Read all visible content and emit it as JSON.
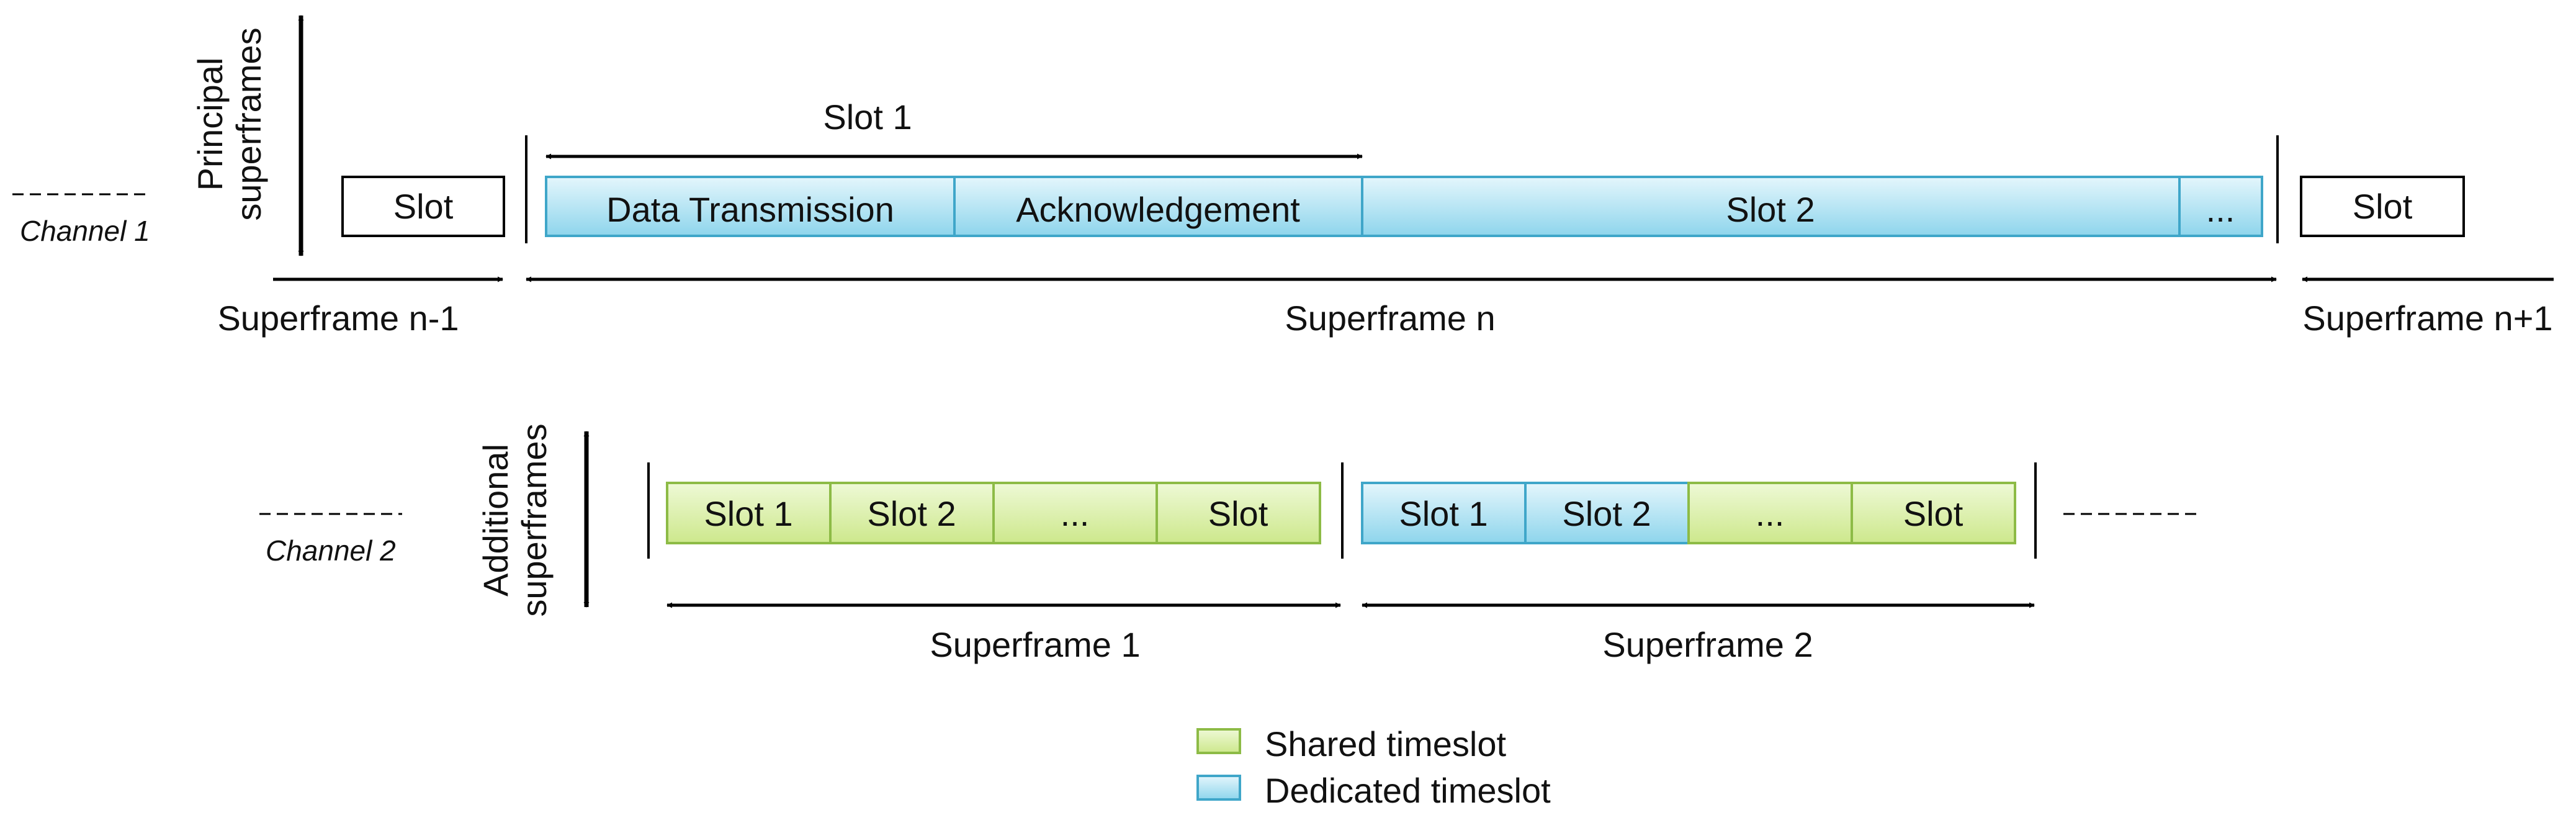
{
  "colors": {
    "shared_fill_top": "#eef9d6",
    "shared_fill_bottom": "#cde88c",
    "shared_stroke": "#8dbb46",
    "dedicated_fill_top": "#e4f6fc",
    "dedicated_fill_bottom": "#8ed5ec",
    "dedicated_stroke": "#3fa6c9"
  },
  "channel1": {
    "label": "Channel 1",
    "axis_label_line1": "Principal",
    "axis_label_line2": "superframes",
    "prev_slot": "Slot",
    "next_slot": "Slot",
    "slot1_label": "Slot 1",
    "segments": [
      "Data Transmission",
      "Acknowledgement",
      "Slot 2",
      "..."
    ],
    "superframes": [
      "Superframe n-1",
      "Superframe n",
      "Superframe n+1"
    ]
  },
  "channel2": {
    "label": "Channel 2",
    "axis_label_line1": "Additional",
    "axis_label_line2": "superframes",
    "superframe1": {
      "label": "Superframe 1",
      "slots": [
        {
          "label": "Slot 1",
          "type": "shared"
        },
        {
          "label": "Slot 2",
          "type": "shared"
        },
        {
          "label": "...",
          "type": "shared"
        },
        {
          "label": "Slot",
          "type": "shared"
        }
      ]
    },
    "superframe2": {
      "label": "Superframe 2",
      "slots": [
        {
          "label": "Slot 1",
          "type": "dedicated"
        },
        {
          "label": "Slot 2",
          "type": "dedicated"
        },
        {
          "label": "...",
          "type": "shared"
        },
        {
          "label": "Slot",
          "type": "shared"
        }
      ]
    }
  },
  "legend": {
    "shared": "Shared timeslot",
    "dedicated": "Dedicated timeslot"
  }
}
